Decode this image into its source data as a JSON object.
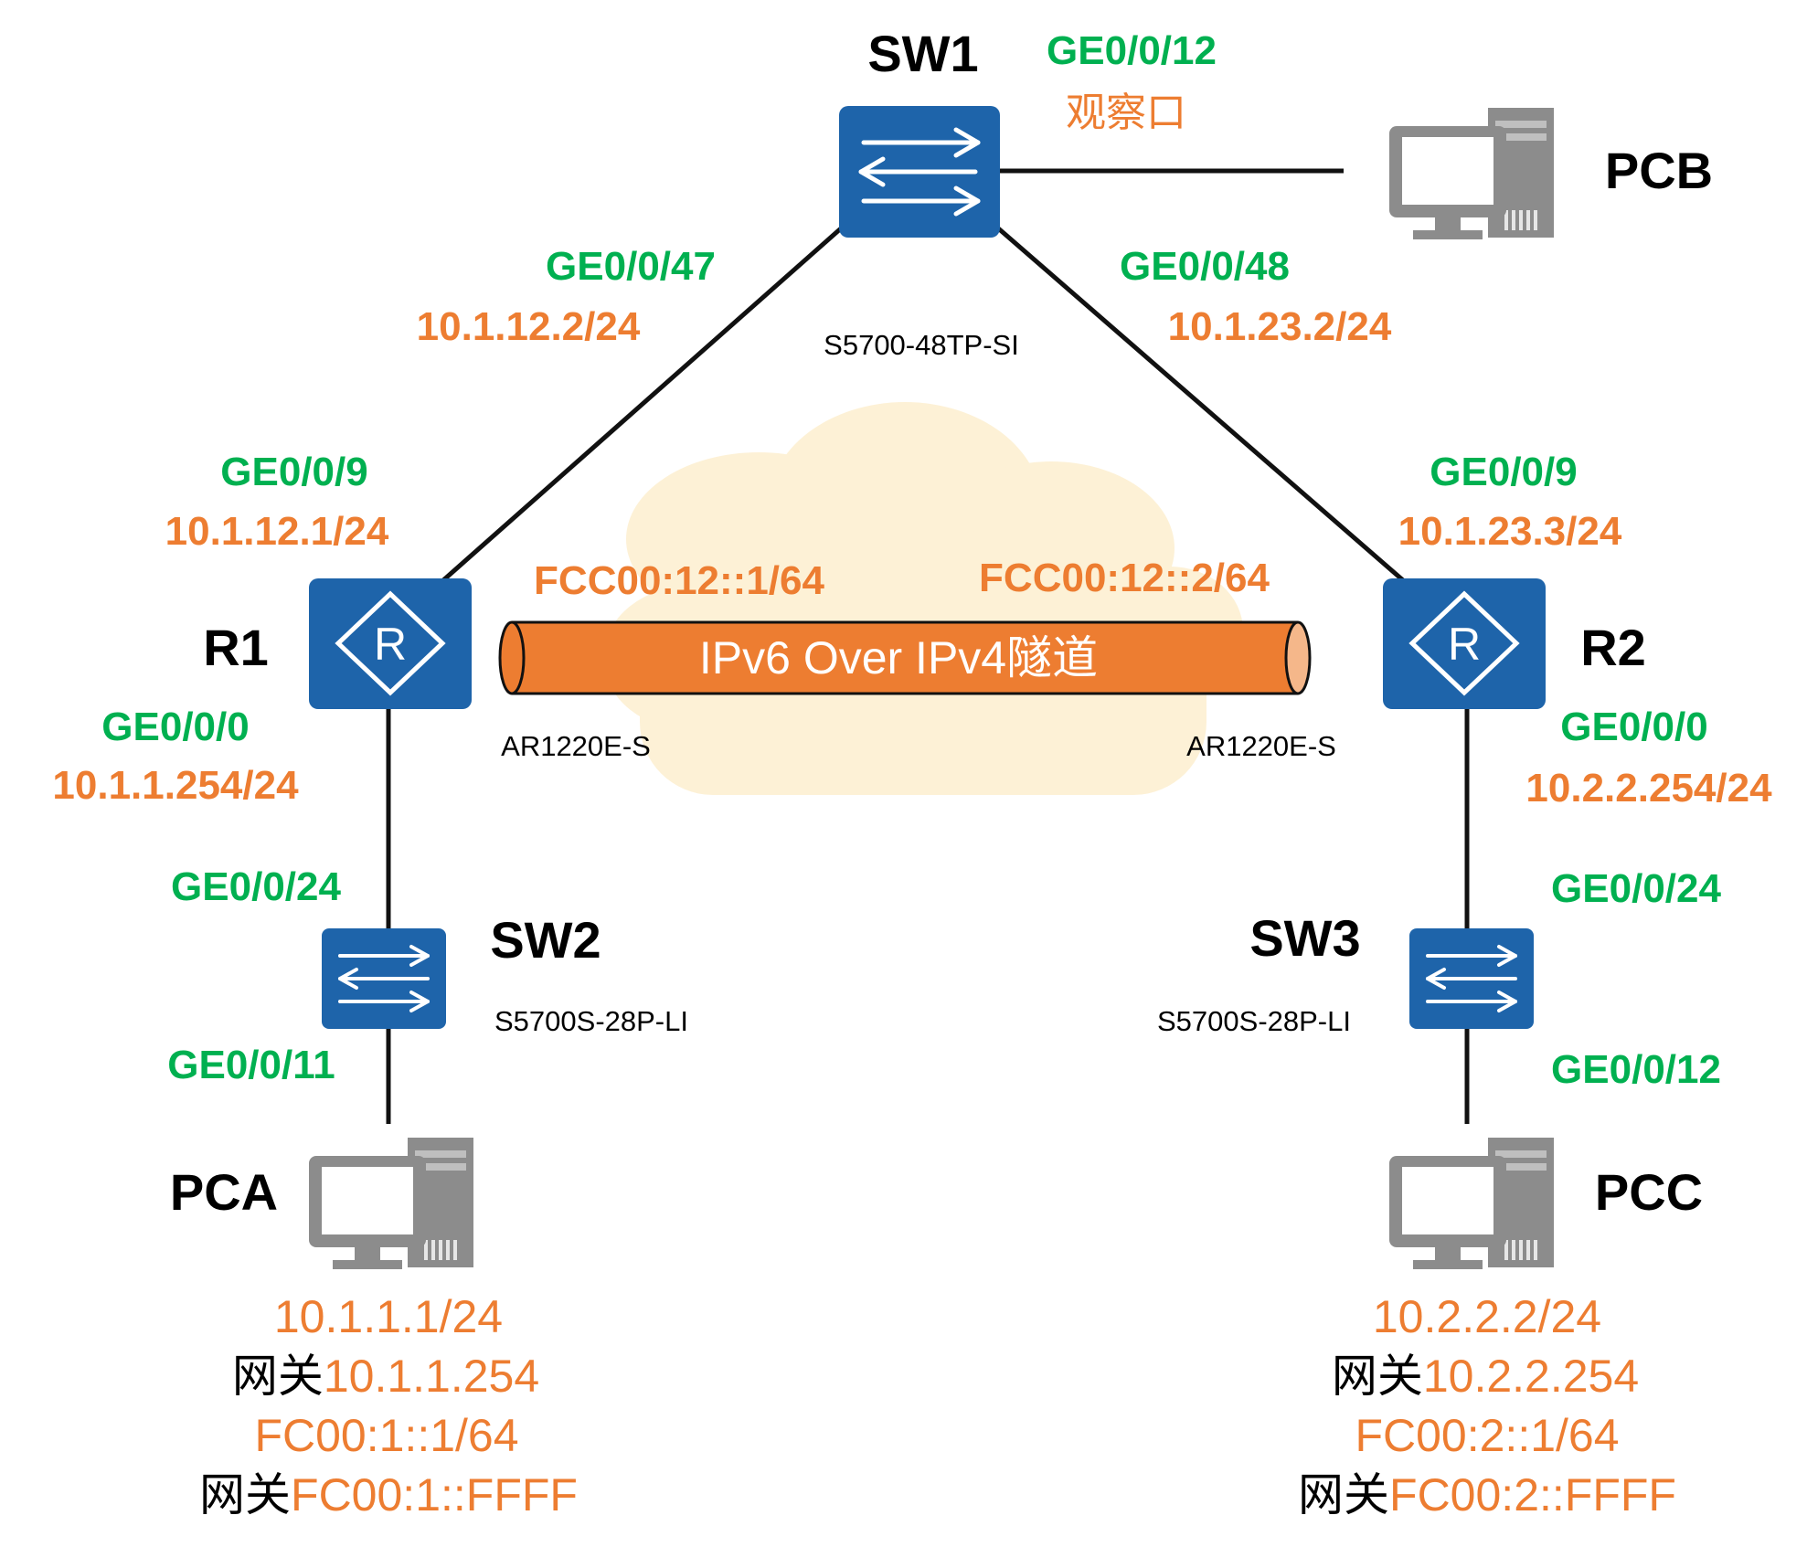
{
  "colors": {
    "port": "#00b050",
    "address": "#ed7d31",
    "device_blue": "#1e64aa",
    "tunnel": "#ed7d31",
    "cloud": "#fdf1d6",
    "pc_gray": "#8c8c8c"
  },
  "icons": {
    "switch": "switch-icon",
    "router": "router-icon",
    "pc": "pc-icon",
    "cloud": "cloud-icon",
    "tunnel": "pipe-icon"
  },
  "devices": {
    "sw1": {
      "name": "SW1",
      "model": "S5700-48TP-SI"
    },
    "r1": {
      "name": "R1",
      "model": "AR1220E-S"
    },
    "r2": {
      "name": "R2",
      "model": "AR1220E-S"
    },
    "sw2": {
      "name": "SW2",
      "model": "S5700S-28P-LI"
    },
    "sw3": {
      "name": "SW3",
      "model": "S5700S-28P-LI"
    },
    "pca": {
      "name": "PCA"
    },
    "pcb": {
      "name": "PCB"
    },
    "pcc": {
      "name": "PCC"
    }
  },
  "links": {
    "sw1_pcb": {
      "port": "GE0/0/12",
      "note": "观察口"
    },
    "sw1_r1": {
      "sw1_port": "GE0/0/47",
      "sw1_ip": "10.1.12.2/24",
      "r1_port": "GE0/0/9",
      "r1_ip": "10.1.12.1/24"
    },
    "sw1_r2": {
      "sw1_port": "GE0/0/48",
      "sw1_ip": "10.1.23.2/24",
      "r2_port": "GE0/0/9",
      "r2_ip": "10.1.23.3/24"
    },
    "r1_sw2": {
      "r1_port": "GE0/0/0",
      "r1_ip": "10.1.1.254/24",
      "sw2_port": "GE0/0/24"
    },
    "sw2_pca": {
      "sw2_port": "GE0/0/11"
    },
    "r2_sw3": {
      "r2_port": "GE0/0/0",
      "r2_ip": "10.2.2.254/24",
      "sw3_port": "GE0/0/24"
    },
    "sw3_pcc": {
      "sw3_port": "GE0/0/12"
    }
  },
  "tunnel": {
    "label": "IPv6 Over IPv4隧道",
    "r1_end": "FCC00:12::1/64",
    "r2_end": "FCC00:12::2/64"
  },
  "pca_config": {
    "ipv4": "10.1.1.1/24",
    "gw_prefix": "网关",
    "gw_ipv4": "10.1.1.254",
    "ipv6": "FC00:1::1/64",
    "gw_ipv6": "FC00:1::FFFF"
  },
  "pcc_config": {
    "ipv4": "10.2.2.2/24",
    "gw_prefix": "网关",
    "gw_ipv4": "10.2.2.254",
    "ipv6": "FC00:2::1/64",
    "gw_ipv6": "FC00:2::FFFF"
  }
}
